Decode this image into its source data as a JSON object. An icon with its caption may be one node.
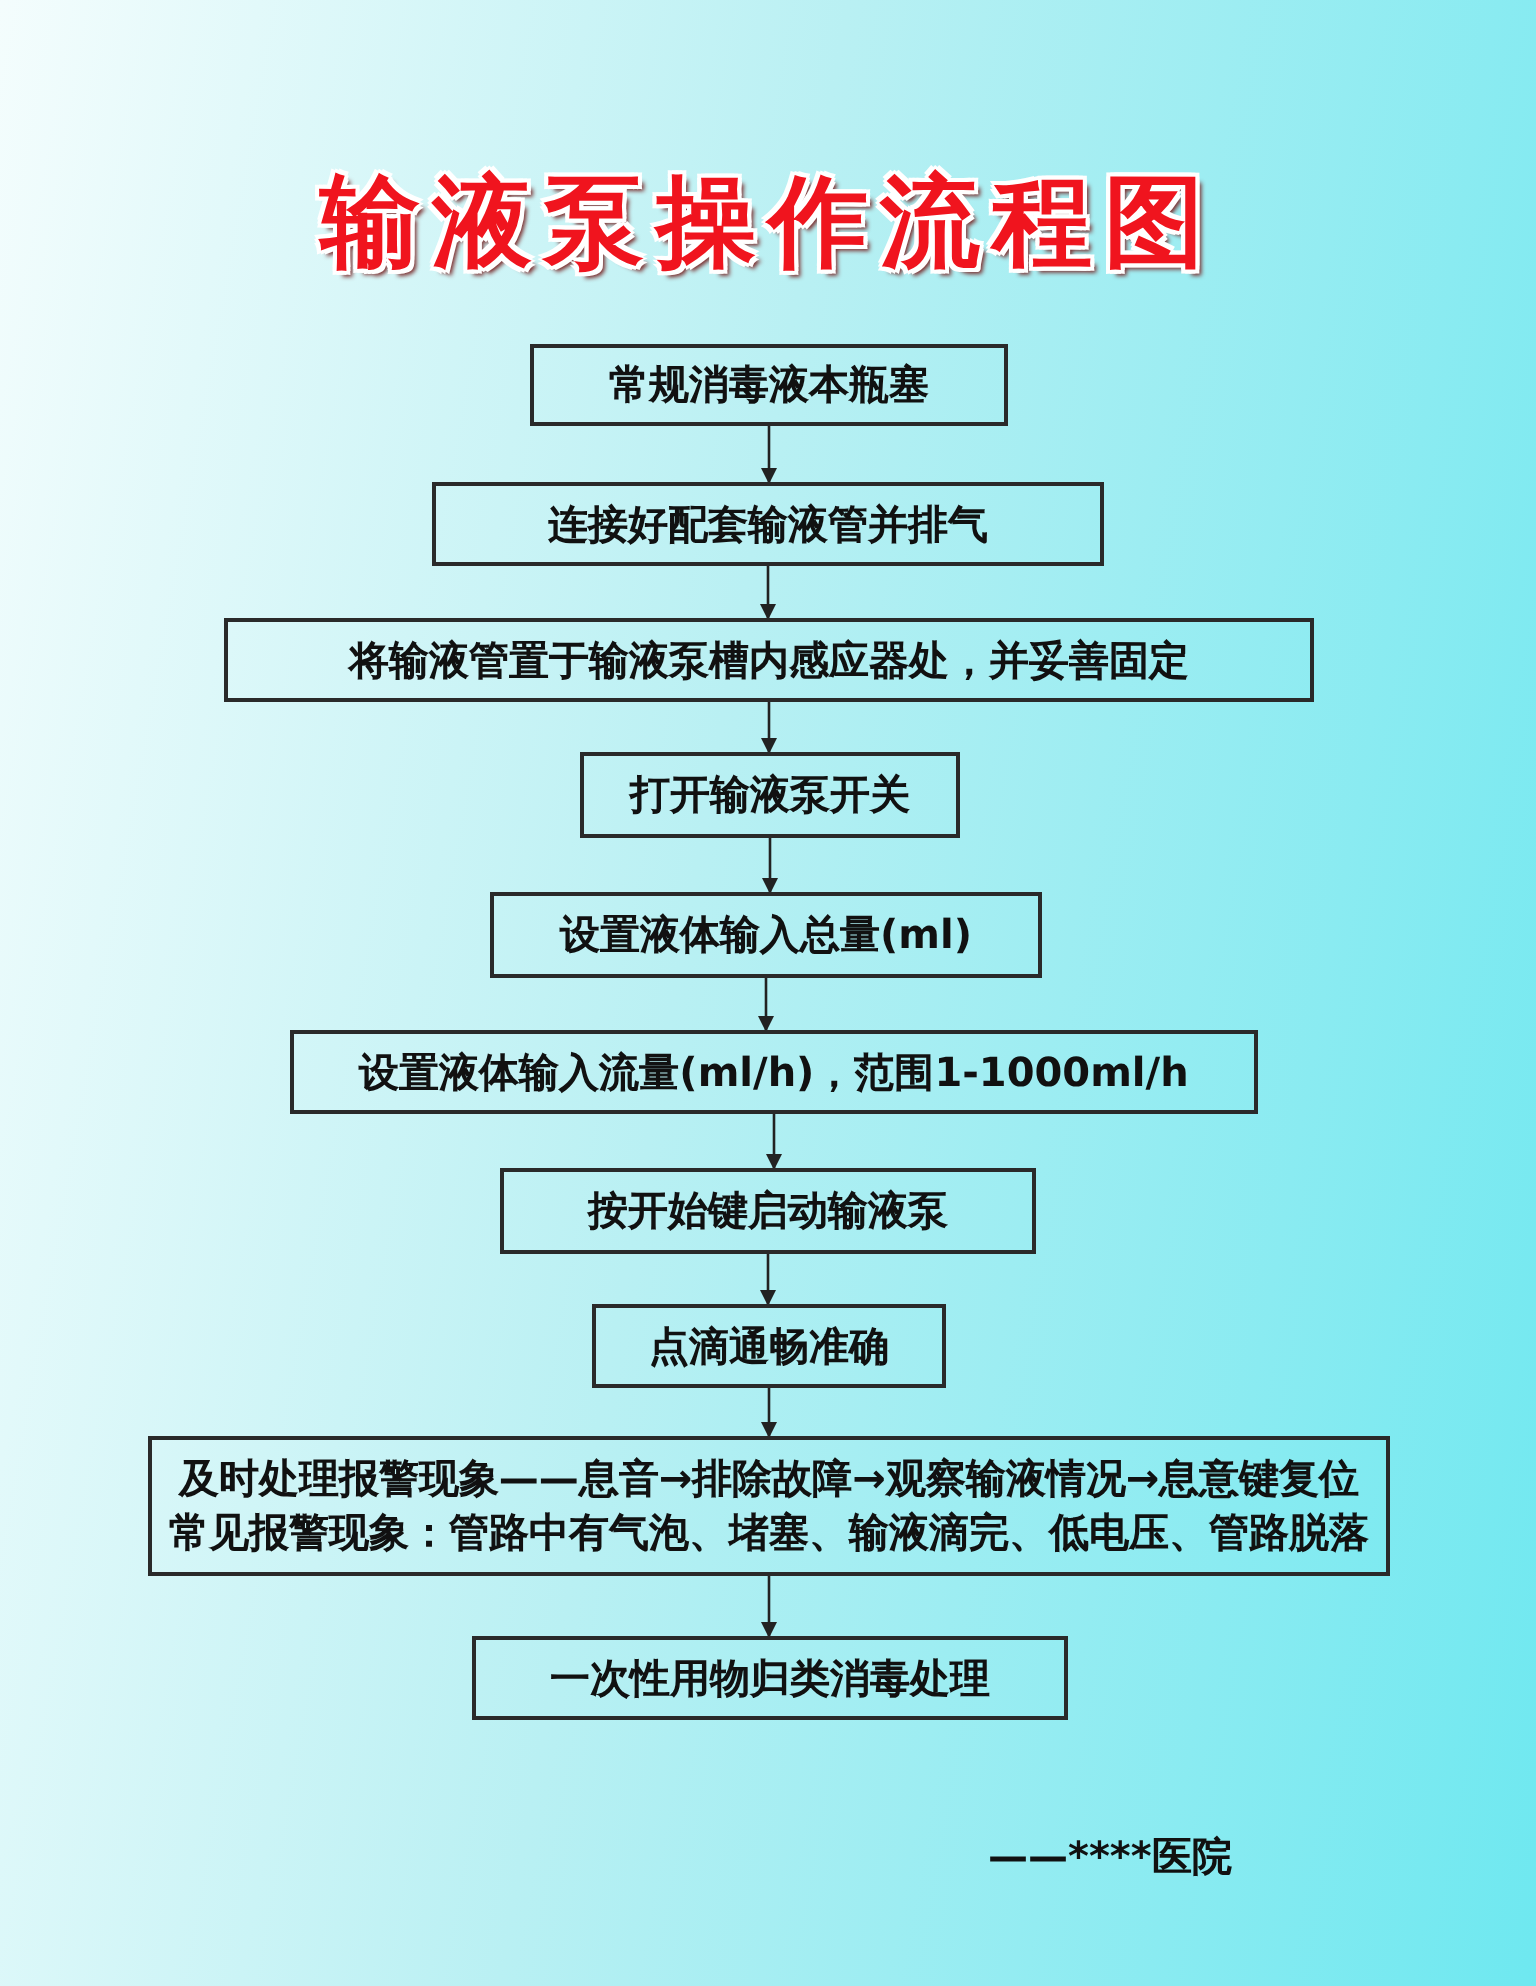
{
  "diagram": {
    "title": "输液泵操作流程图",
    "nodes": [
      {
        "text": [
          "常规消毒液本瓶塞"
        ]
      },
      {
        "text": [
          "连接好配套输液管并排气"
        ]
      },
      {
        "text": [
          "将输液管置于输液泵槽内感应器处，并妥善固定"
        ]
      },
      {
        "text": [
          "打开输液泵开关"
        ]
      },
      {
        "text": [
          "设置液体输入总量(ml)"
        ]
      },
      {
        "text": [
          "设置液体输入流量(ml/h)，范围1-1000ml/h"
        ]
      },
      {
        "text": [
          "按开始键启动输液泵"
        ]
      },
      {
        "text": [
          "点滴通畅准确"
        ]
      },
      {
        "text": [
          "及时处理报警现象——息音→排除故障→观察输液情况→息意键复位",
          "常见报警现象：管路中有气泡、堵塞、输液滴完、低电压、管路脱落"
        ]
      },
      {
        "text": [
          "一次性用物归类消毒处理"
        ]
      }
    ],
    "edges": [
      {
        "from": 0,
        "to": 1,
        "arrow": "to"
      },
      {
        "from": 1,
        "to": 2,
        "arrow": "to"
      },
      {
        "from": 2,
        "to": 3,
        "arrow": "to"
      },
      {
        "from": 3,
        "to": 4,
        "arrow": "to"
      },
      {
        "from": 4,
        "to": 5,
        "arrow": "to"
      },
      {
        "from": 5,
        "to": 6,
        "arrow": "to"
      },
      {
        "from": 6,
        "to": 7,
        "arrow": "to"
      },
      {
        "from": 7,
        "to": 8,
        "arrow": "to"
      },
      {
        "from": 8,
        "to": 9,
        "arrow": "to"
      }
    ],
    "labels": [
      "——****医院"
    ]
  }
}
